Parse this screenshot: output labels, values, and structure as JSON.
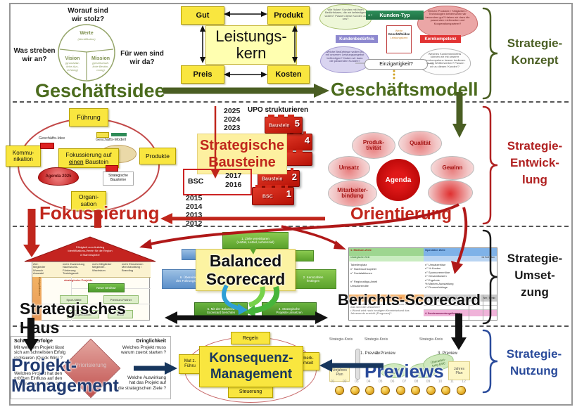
{
  "bands": {
    "konzept_label": "Strategie-\nKonzept",
    "entwicklung_label": "Strategie-\nEntwick-\nlung",
    "umsetzung_label": "Strategie-\nUmset-\nzung",
    "nutzung_label": "Strategie-\nNutzung"
  },
  "konzept": {
    "q_top": "Worauf sind\nwir stolz?",
    "q_left": "Was streben\nwir an?",
    "q_right": "Für wen sind\nwir da?",
    "werte": "Werte",
    "werte_sub": "(Identifikation)",
    "vision": "Vision",
    "vision_sub": "(grundsätz-\nliche Aus-\nrichtung)",
    "mission": "Mission",
    "mission_sub": "(gesellschaft-\nliche Bestim-\nmung)",
    "title_left": "Geschäftsidee",
    "gut": "Gut",
    "produkt": "Produkt",
    "preis": "Preis",
    "kosten": "Kosten",
    "kern": "Leistungs-\nkern",
    "cloud_green": "Wie 'ticken' Kunden mit ihren Bedürfnissen, die wir befriedigen wollen? Passen diese Kunden zu uns?",
    "cloud_red": "Welche Produkte / Tätigkeiten / Technologien beherrschen wir besonders gut? Haben wir dazu die passenden Lieferanten und Kooperationspartner?",
    "cloud_purple": "Welche Bedürfnisse wollen wir mit unserem Leistungsangebot befriedigen? Haben wir dazu die passenden Kunden?",
    "cloud_white": "Welches Kundenbedürfnis können wir mit unserer Kernkompetenz besser bedienen als alle Wettbewerber? Passen wir zu diesen 'Kunden'?",
    "kunden_typ": "Kunden-Typ",
    "kundenbeduerfnis": "Kundenbedürfnis",
    "kernkompetenz": "Kernkompetenz",
    "center_1": "Werte",
    "center_2": "Geschäftsidee",
    "center_3": "Leistungskern",
    "einzigartigkeit": "Einzigartigkeit?",
    "title_right": "Geschäftsmodell"
  },
  "entwicklung": {
    "fuehrung": "Führung",
    "kommunikation": "Kommu-\nnikation",
    "produkte": "Produkte",
    "organisation": "Organi-\nsation",
    "fokus_1": "Fokussierung auf",
    "fokus_einen": "einen",
    "fokus_2": " Baustein",
    "gidee": "Geschäfts-Idee",
    "gmodell": "Geschäfts-Modell",
    "agenda_cloud": "Agenda 2025",
    "sb_small": "Strategische\nBausteine",
    "title_left": "Fokussierung",
    "years_top": [
      "2025",
      "2024",
      "2023"
    ],
    "upo": "UPO strukturieren",
    "box_title": "Strategische\nBausteine",
    "bsc_label": "BSC",
    "bsc_years": [
      "2017",
      "2016"
    ],
    "years_bottom": [
      "2015",
      "2014",
      "2013",
      "2012"
    ],
    "bricks": [
      {
        "label": "Baustein",
        "num": "5"
      },
      {
        "label": "",
        "num": "4"
      },
      {
        "label": "Baustein",
        "num": "2"
      },
      {
        "label": "BSC",
        "num": "1"
      }
    ],
    "agenda_center": "Agenda",
    "agenda_items": [
      "Produk-\ntivität",
      "Qualität",
      "Umsatz",
      "Gewinn",
      "Mitarbeiter-\nbindung",
      ""
    ],
    "title_right": "Orientierung"
  },
  "umsetzung": {
    "roof": "Fähigkeit zum Aufstieg\nIdentifikations-Verein für die Region\n# Stammspieler",
    "haus_cols": [
      "Ziel:\nMitglieder\nWunsch\nAuswahl",
      "mehr Zuwendung\nNachwuchs-\nFörderung\nTrainingszeit",
      "mehr Mitglieder\nMitglieder-\nWachstum",
      "mehr Einnahmen\nMerchandising /\nBranding"
    ],
    "haus_side": "Erfolgsfaktoren",
    "haus_note": "strategische Projekte",
    "haus_pills": [
      "Neue Struktur",
      "Sport-Stätte",
      "Premium-Partner",
      "Jugendarbeit",
      "Kultur"
    ],
    "haus_title": "Strategisches Haus",
    "bsc_title": "Balanced\nScorecard",
    "step1": "1. Ziele vereinbaren\n(LaZiel, LeZiel, Lehrenziel)",
    "step2": "2. Kennzahlen\nfestlegen",
    "step4": "4. Strategische\nProjekte umsetzen",
    "step5": "5. Mit der Balanced\nScorecard berichten",
    "step6": "6. Übereinkunft\ndes Führungskreises",
    "b_h_left": "1. Medium-Ziele",
    "b_h_left2": "strategische Ziele",
    "b_h_right": "Operative Ziele",
    "b_cols": "Ist  Soll  Plan",
    "b_left_rows": "Tabellenplatz\nn° Nachwuchsspieler\nn° Sozialaktionen\n\nn° Regionalliga-Anteil\nUmsatzrendite",
    "b_right_rows": "n° Umsatzerlöse\nn° %-Kosten\nn° Sponsorenerlöse\nn° Gesamtkosten\nn° Ergebnis\n% Marken-Ausstattung\nn° Finanzrücklage",
    "b_orange": "3. Ergebnisse für die Rahmenbedingung",
    "b_gray": "3. Wichtigste Maßnahmen",
    "b_gray_cols": "Wer | Termin",
    "b_note": "• Wie wurden die Ziele im Berichtszeitraum erreicht und was sind die Ursachen?\n• Womit wird nach heutigem Kenntnisstand das Jahresende erreicht (Prognose)?",
    "b_pink": "4. Sonderauswertungsthemen",
    "b_title": "Berichts-Scorecard"
  },
  "nutzung": {
    "tl_head": "Schnelle Erfolge",
    "tl_body": "Mit welchem Projekt lässt\nsich am schnellsten Erfolg\nrealisieren (Quick Win) ?",
    "tr_head": "Dringlichkeit",
    "tr_body": "Welches Projekt muss\nwarum zuerst starten ?",
    "bl_body": "Welches Projekt hat den\ngrößten Einfluss auf den\nUnternehmenserfolg ?",
    "br_body": "Welche Auswirkung\nhat das Projekt auf\ndie strategischen Ziele ?",
    "diamond": "Priorisierung",
    "pm_title": "Projekt-Management",
    "k_top": "Regeln",
    "k_left": "Mut z.\nFühru",
    "k_right": "merk-\nmkeit",
    "k_bottom": "Steuerung",
    "k_title": "Konsequenz-\nManagement",
    "kreis1": "Strategie-Kreis",
    "kreis2": "Strategie-Kreis",
    "kreis3": "Strategie-Kreis",
    "p1": "1. Preview",
    "p2": "2. Preview",
    "p3": "3. Preview",
    "e1": "Zwischen-\nstand",
    "e2": "Zwischen-\nstand",
    "e3": "Überarbei-\ntung BSC",
    "n1": "Vorjahres\nPlan",
    "n2": "Jahres\nPlan",
    "months": [
      "01",
      "02",
      "03",
      "04",
      "05",
      "06",
      "07",
      "08",
      "09",
      "10",
      "11",
      "12"
    ],
    "pv_title": "Previews"
  }
}
